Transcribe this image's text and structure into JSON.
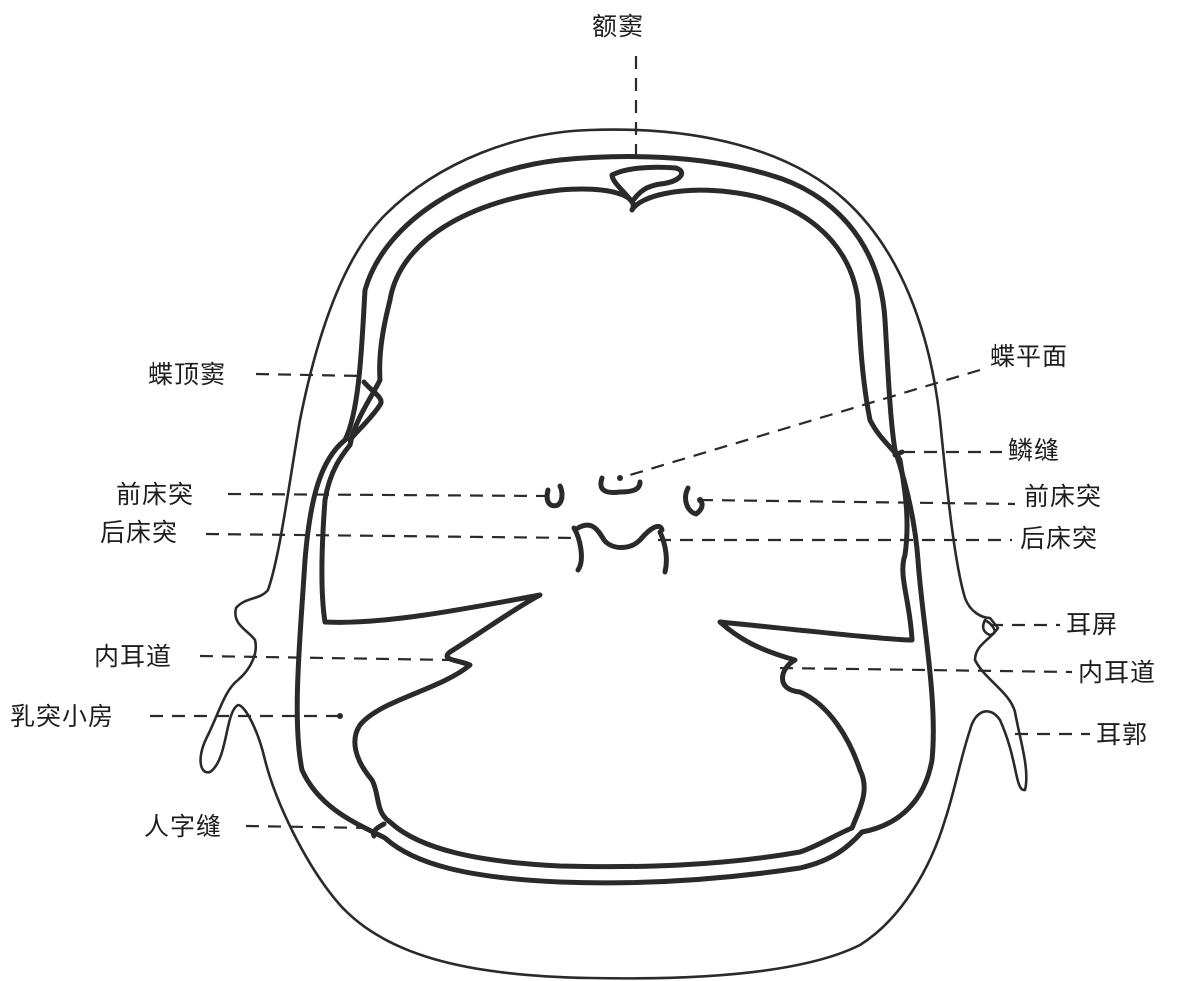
{
  "labels": {
    "frontal_sinus": "额窦",
    "sphenoparietal_sinus": "蝶顶窦",
    "planum_sphenoidale": "蝶平面",
    "squamous_suture": "鳞缝",
    "anterior_clinoid_left": "前床突",
    "anterior_clinoid_right": "前床突",
    "posterior_clinoid_left": "后床突",
    "posterior_clinoid_right": "后床突",
    "tragus": "耳屏",
    "internal_auditory_canal_left": "内耳道",
    "internal_auditory_canal_right": "内耳道",
    "mastoid_air_cells": "乳突小房",
    "auricle": "耳郭",
    "lambdoid_suture": "人字缝"
  },
  "colors": {
    "line": "#2a2a2a",
    "text": "#1e1e1e",
    "background": "#ffffff"
  }
}
